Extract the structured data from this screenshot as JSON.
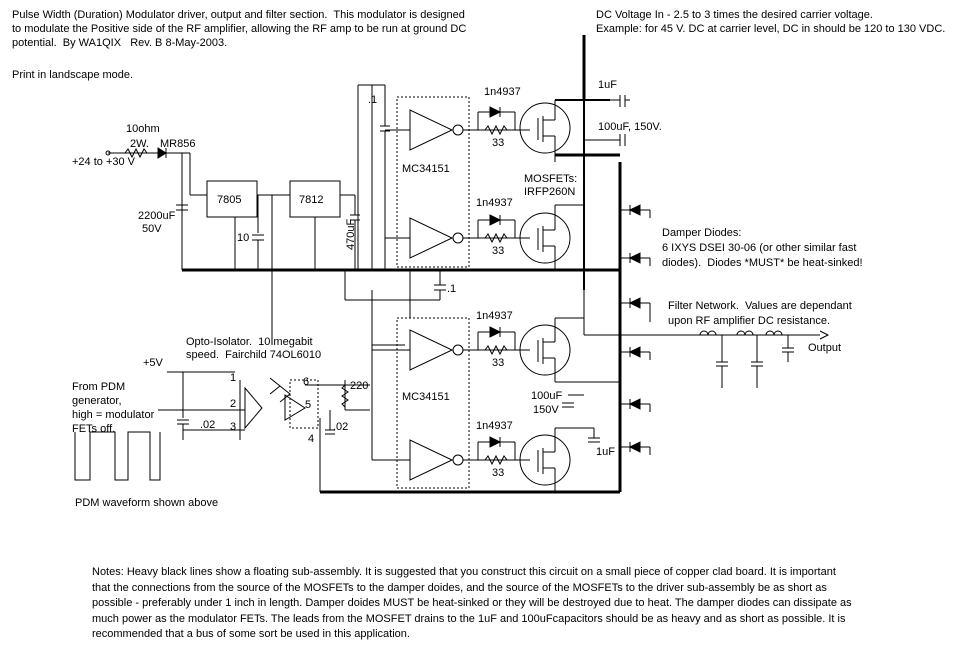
{
  "header": {
    "title_lines": [
      "Pulse Width (Duration) Modulator driver, output and filter section.  This modulator is designed",
      "to modulate the Positive side of the RF amplifier, allowing the RF amp to be run at ground DC",
      "potential.  By WA1QIX   Rev. B 8-May-2003."
    ],
    "print_note": "Print in landscape mode."
  },
  "dc_in": {
    "line1": "DC Voltage In - 2.5 to 3 times the desired carrier voltage.",
    "line2": "Example: for 45 V. DC at carrier level, DC in should be 120 to 130 VDC."
  },
  "input": {
    "resistor": "10ohm",
    "resistor_watt": "2W.",
    "diode": "MR856",
    "voltage": "+24 to +30 V",
    "cap_value": "2200uF",
    "cap_voltage": "50V",
    "reg1": "7805",
    "reg2": "7812",
    "cap10": "10",
    "cap470": "470uF"
  },
  "driver": {
    "ic_top": "MC34151",
    "ic_bottom": "MC34151",
    "cap_top": ".1",
    "cap_mid": ".1",
    "diode_labels": [
      "1n4937",
      "1n4937",
      "1n4937",
      "1n4937"
    ],
    "resistor_labels": [
      "33",
      "33",
      "33",
      "33"
    ]
  },
  "mosfets": {
    "title": "MOSFETs:",
    "part": "IRFP260N"
  },
  "caps_right": {
    "c1": "1uF",
    "c2": "100uF, 150V.",
    "c3a": "100uF",
    "c3b": "150V",
    "c4": "1uF"
  },
  "damper": {
    "line1": "Damper Diodes:",
    "line2": "6 IXYS DSEI 30-06 (or other similar fast",
    "line3": "diodes).  Diodes *MUST* be heat-sinked!"
  },
  "filter": {
    "line1": "Filter Network.  Values are dependant",
    "line2": "upon RF amplifier DC resistance.",
    "output": "Output"
  },
  "opto": {
    "line1": "Opto-Isolator.  10 megabit",
    "line2": "speed.  Fairchild 74OL6010",
    "pins": [
      "1",
      "2",
      "3",
      "6",
      "5",
      "4"
    ],
    "resistor": "220",
    "cap": ".02",
    "cap_left": ".02",
    "supply": "+5V"
  },
  "pdm": {
    "line1": "From PDM",
    "line2": "generator,",
    "line3": "high = modulator",
    "line4": "FETs off.",
    "caption": "PDM waveform shown above"
  },
  "notes": "Notes:  Heavy black lines show a floating sub-assembly.  It is suggested that you construct this circuit on a small piece of copper clad board.  It is important that the connections from the source of the MOSFETs to the damper doides, and the source of the MOSFETs to the driver sub-assembly be as short as possible - preferably under 1 inch in length.  Damper doides MUST be heat-sinked or they will be destroyed due to heat.  The damper diodes can dissipate as much power as the modulator FETs.  The leads from the MOSFET drains to the 1uF and 100uFcapacitors should be as heavy and as short as possible.  It is recommended that a bus of some sort be used in this application."
}
